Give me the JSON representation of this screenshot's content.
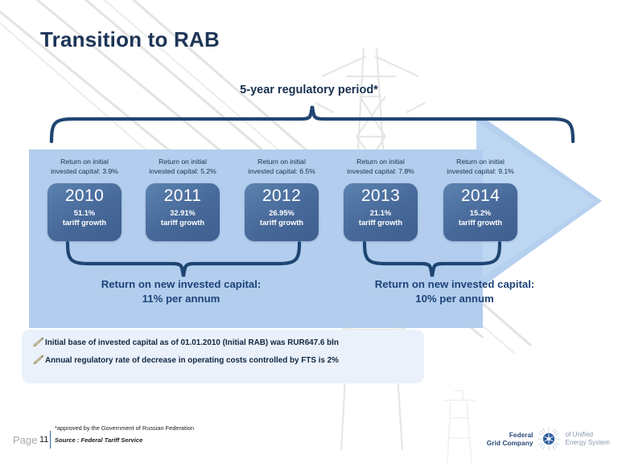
{
  "slide": {
    "title": "Transition to RAB",
    "period_label": "5-year regulatory period*"
  },
  "colors": {
    "title": "#1d3557",
    "arrow_body": "#aecbee",
    "arrow_head": "#bcd6f2",
    "year_box": "#47699a",
    "brace": "#1f4572",
    "notes_panel": "#eaf1fb",
    "accent_text": "#1d4377"
  },
  "years": [
    {
      "year": "2010",
      "caption_line1": "Return on initial",
      "caption_line2": "invested capital: 3.9%",
      "growth_value": "51.1%",
      "growth_label": "tariff growth"
    },
    {
      "year": "2011",
      "caption_line1": "Return on initial",
      "caption_line2": "invested capital: 5.2%",
      "growth_value": "32.91%",
      "growth_label": "tariff growth"
    },
    {
      "year": "2012",
      "caption_line1": "Return on initial",
      "caption_line2": "invested capital: 6.5%",
      "growth_value": "26.95%",
      "growth_label": "tariff growth"
    },
    {
      "year": "2013",
      "caption_line1": "Return on initial",
      "caption_line2": "invested capital: 7.8%",
      "growth_value": "21.1%",
      "growth_label": "tariff growth"
    },
    {
      "year": "2014",
      "caption_line1": "Return on initial",
      "caption_line2": "invested capital: 9.1%",
      "growth_value": "15.2%",
      "growth_label": "tariff growth"
    }
  ],
  "roic_groups": [
    {
      "line1": "Return on new invested capital:",
      "line2": "11% per annum"
    },
    {
      "line1": "Return on new invested capital:",
      "line2": "10% per annum"
    }
  ],
  "notes": [
    {
      "icon": "pencil-icon",
      "text": "Initial base of invested capital as of 01.01.2010 (Initial RAB) was RUR647.6 bln"
    },
    {
      "icon": "pencil-icon",
      "text": "Annual regulatory rate of decrease in operating costs controlled by FTS is 2%"
    }
  ],
  "footer": {
    "footnote": "*approved by the Government of Russian Federation",
    "source": "Source : Federal Tariff Service",
    "page_word": "Page",
    "page_number": "11"
  },
  "logo": {
    "name_line1": "Federal",
    "name_line2": "Grid Company",
    "sub_line1": "of Unified",
    "sub_line2": "Energy System",
    "mark": "sunburst-emblem-icon"
  }
}
